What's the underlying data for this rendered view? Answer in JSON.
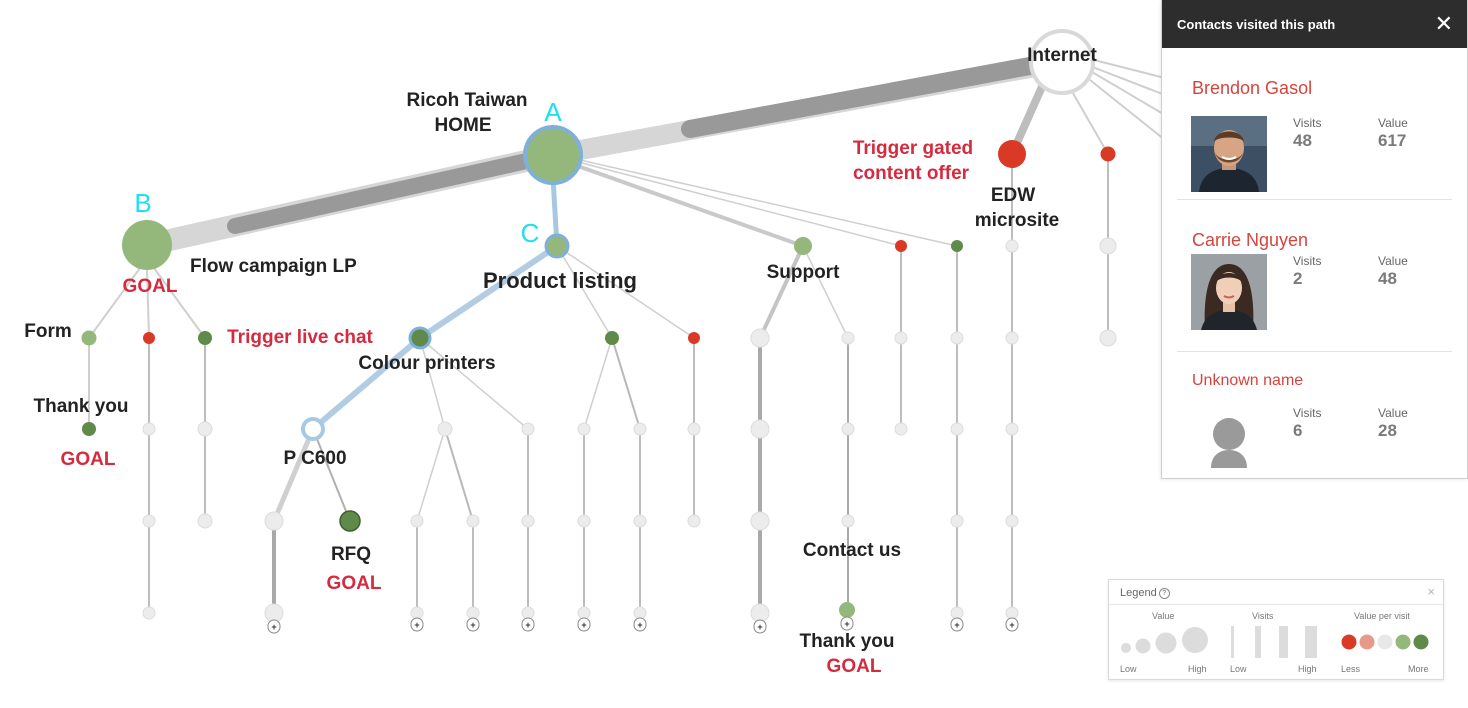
{
  "tree": {
    "node_labels": {
      "internet": "Internet",
      "home_line1": "Ricoh Taiwan",
      "home_line2": "HOME",
      "flow_campaign": "Flow campaign LP",
      "product_listing": "Product listing",
      "support": "Support",
      "edw_line1": "EDW",
      "edw_line2": "microsite",
      "form": "Form",
      "thank_you_form": "Thank you",
      "colour_printers": "Colour printers",
      "pc600": "P C600",
      "rfq": "RFQ",
      "contact_us": "Contact us",
      "thank_you_contact": "Thank you"
    },
    "markers": {
      "a": "A",
      "b": "B",
      "c": "C"
    },
    "annotations": {
      "goal_flow": "GOAL",
      "goal_thank_you": "GOAL",
      "goal_rfq": "GOAL",
      "goal_contact": "GOAL",
      "trigger_live_chat": "Trigger live chat",
      "trigger_gated_line1": "Trigger gated",
      "trigger_gated_line2": "content offer"
    },
    "expand_symbol": "+"
  },
  "panel": {
    "title": "Contacts visited this path",
    "close_symbol": "✕",
    "visits_label": "Visits",
    "value_label": "Value",
    "contacts": [
      {
        "name": "Brendon Gasol",
        "visits": "48",
        "value": "617"
      },
      {
        "name": "Carrie Nguyen",
        "visits": "2",
        "value": "48"
      },
      {
        "name": "Unknown name",
        "visits": "6",
        "value": "28"
      }
    ]
  },
  "legend": {
    "title": "Legend",
    "help_symbol": "?",
    "close_symbol": "×",
    "value_heading": "Value",
    "visits_heading": "Visits",
    "vpv_heading": "Value per visit",
    "value_low": "Low",
    "value_high": "High",
    "visits_low": "Low",
    "visits_high": "High",
    "vpv_less": "Less",
    "vpv_more": "More"
  },
  "colors": {
    "node_green": "#94b87c",
    "node_dark_green": "#5f8a4a",
    "node_red": "#d93a26",
    "node_grey": "#e6e6e6",
    "selected_ring": "#7fb0d8",
    "label_red": "#d52b3f",
    "marker_cyan": "#1ee0f0"
  }
}
